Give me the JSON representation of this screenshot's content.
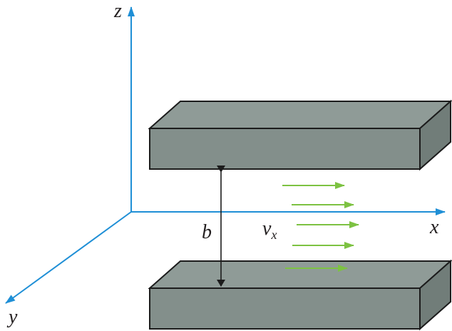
{
  "axes": {
    "x_label": "x",
    "y_label": "y",
    "z_label": "z",
    "color": "#1f8fd6"
  },
  "plates": {
    "count": 2,
    "front_color": "#838f8b",
    "top_color": "#8f9b97",
    "side_color": "#717d79",
    "edge_color": "#1c1c1c"
  },
  "gap": {
    "label": "b",
    "arrow_color": "#1c1c1c"
  },
  "flow": {
    "label": "v",
    "label_subscript": "x",
    "arrow_count": 5,
    "arrow_color": "#7dc242"
  }
}
